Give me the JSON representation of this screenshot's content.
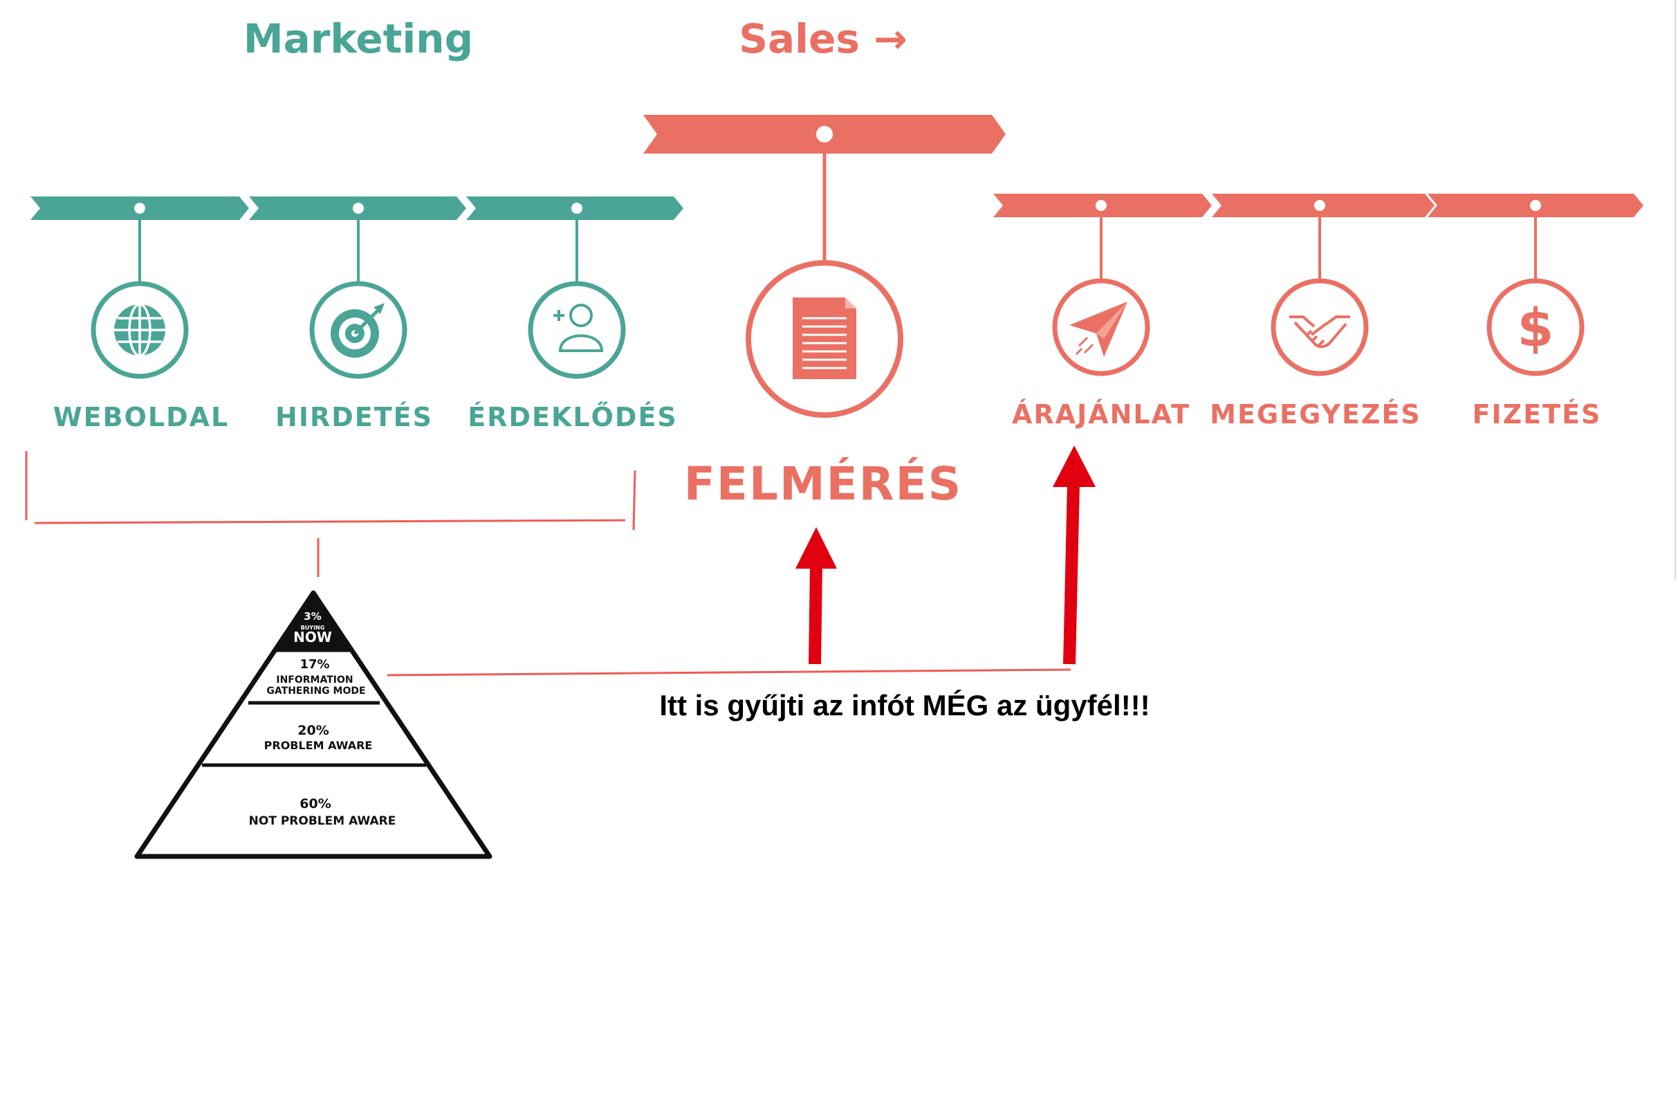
{
  "headers": {
    "marketing": "Marketing",
    "sales": "Sales →"
  },
  "marketing_steps": [
    {
      "label": "WEBOLDAL",
      "icon": "globe-icon"
    },
    {
      "label": "HIRDETÉS",
      "icon": "target-icon"
    },
    {
      "label": "ÉRDEKLŐDÉS",
      "icon": "add-user-icon"
    }
  ],
  "center_step": {
    "label": "FELMÉRÉS",
    "icon": "document-icon"
  },
  "sales_steps": [
    {
      "label": "ÁRAJÁNLAT",
      "icon": "paper-plane-icon"
    },
    {
      "label": "MEGEGYEZÉS",
      "icon": "handshake-icon"
    },
    {
      "label": "FIZETÉS",
      "icon": "dollar-icon"
    }
  ],
  "pyramid": {
    "levels": [
      {
        "percent": "3%",
        "label_small": "BUYING",
        "label": "NOW"
      },
      {
        "percent": "17%",
        "label": "INFORMATION",
        "label2": "GATHERING MODE"
      },
      {
        "percent": "20%",
        "label": "PROBLEM AWARE"
      },
      {
        "percent": "60%",
        "label": "NOT PROBLEM AWARE"
      }
    ]
  },
  "annotation": "Itt is gyűjti az infót MÉG az ügyfél!!!",
  "colors": {
    "teal": "#4aa596",
    "coral": "#ea7063",
    "red_arrow": "#e0000f",
    "dark": "#111111",
    "bracket": "#ef5b56"
  }
}
